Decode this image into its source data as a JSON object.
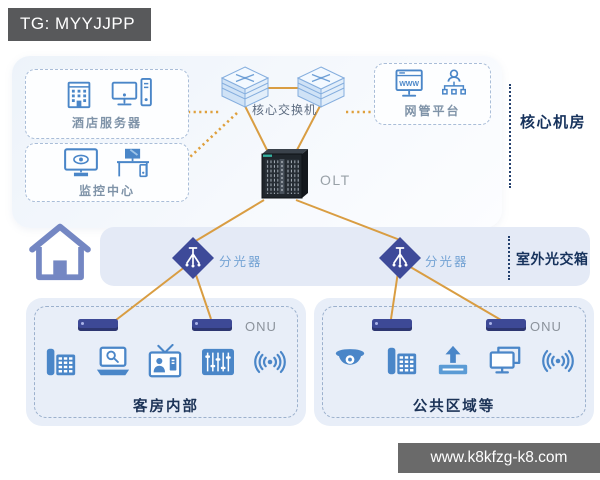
{
  "badges": {
    "tg": "TG: MYYJJPP",
    "website": "www.k8kfzg-k8.com"
  },
  "core_room": {
    "section_label": "核心机房",
    "hotel_server": {
      "label": "酒店服务器",
      "icons": [
        "building-icon",
        "desktop-computer-icon"
      ]
    },
    "monitor_center": {
      "label": "监控中心",
      "icons": [
        "monitor-eye-icon",
        "workstation-icon"
      ]
    },
    "nms": {
      "label": "网管平台",
      "icons": [
        "www-monitor-icon",
        "admin-orgchart-icon"
      ],
      "screen_text": "WWW"
    },
    "core_switch": {
      "label": "核心交换机"
    },
    "olt": {
      "label": "OLT"
    }
  },
  "outdoor": {
    "section_label": "室外光交箱",
    "splitter_label": "分光器",
    "splitter_icon": "splitter-diamond-icon",
    "house_icon": "house-icon"
  },
  "guest_rooms": {
    "label": "客房内部",
    "onu_label": "ONU",
    "icons": [
      "desk-phone-icon",
      "laptop-search-icon",
      "tv-icon",
      "mixer-panel-icon",
      "wifi-icon"
    ]
  },
  "public_areas": {
    "label": "公共区域等",
    "onu_label": "ONU",
    "icons": [
      "dome-camera-icon",
      "desk-phone-icon",
      "upload-tray-icon",
      "dual-display-icon",
      "wifi-icon"
    ]
  },
  "colors": {
    "wire_orange": "#d99d42",
    "icon_blue": "#4a86c8",
    "device_navy": "#3d4996",
    "section_label_navy": "#16325c"
  }
}
